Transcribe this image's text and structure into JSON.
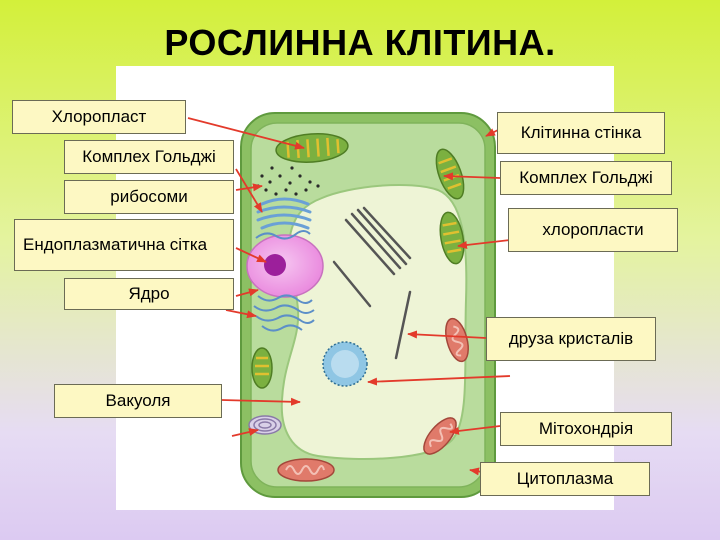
{
  "title": "РОСЛИННА КЛІТИНА.",
  "labels": {
    "chloroplast_left": "Хлоропласт",
    "golgi_left": "Комплех Гольджі",
    "ribosomes": "рибосоми",
    "er": "Ендоплазматична сітка",
    "nucleus": "Ядро",
    "vacuole": "Вакуоля",
    "cell_wall": "Клітинна стінка",
    "golgi_right": "Комплех Гольджі",
    "chloroplasts_right": "хлоропласти",
    "crystals": "друза кристалів",
    "mitochondria": "Мітохондрія",
    "cytoplasm": "Цитоплазма"
  },
  "colors": {
    "cell_wall": "#8cc063",
    "cytoplasm": "#b9dc9d",
    "vacuole": "#eef4d6",
    "nucleus": "#ef9ce8",
    "nucleolus": "#9c1f9b",
    "arrow": "#e33a2b",
    "label_bg": "#fdf8c3"
  }
}
